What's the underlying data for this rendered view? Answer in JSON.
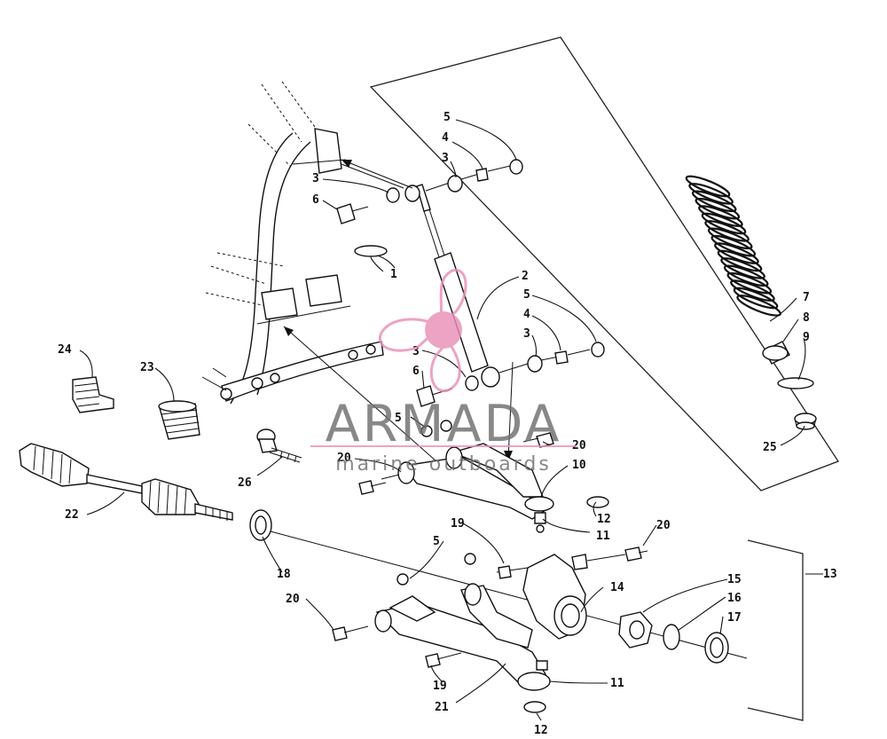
{
  "watermark": {
    "brand": "ARMADA",
    "tagline": "marine outboards",
    "brand_color": "#e890b8",
    "text_color": "#6e6e6e"
  },
  "callouts": {
    "c1": "1",
    "c2": "2",
    "c3a": "3",
    "c3b": "3",
    "c3c": "3",
    "c3d": "3",
    "c4a": "4",
    "c4b": "4",
    "c5a": "5",
    "c5b": "5",
    "c5c": "5",
    "c5d": "5",
    "c6a": "6",
    "c6b": "6",
    "c7": "7",
    "c8": "8",
    "c9": "9",
    "c10": "10",
    "c11a": "11",
    "c11b": "11",
    "c12a": "12",
    "c12b": "12",
    "c13": "13",
    "c14": "14",
    "c15": "15",
    "c16": "16",
    "c17": "17",
    "c18": "18",
    "c19a": "19",
    "c19b": "19",
    "c20a": "20",
    "c20b": "20",
    "c20c": "20",
    "c20d": "20",
    "c21": "21",
    "c22": "22",
    "c23": "23",
    "c24": "24",
    "c25": "25",
    "c26": "26"
  }
}
